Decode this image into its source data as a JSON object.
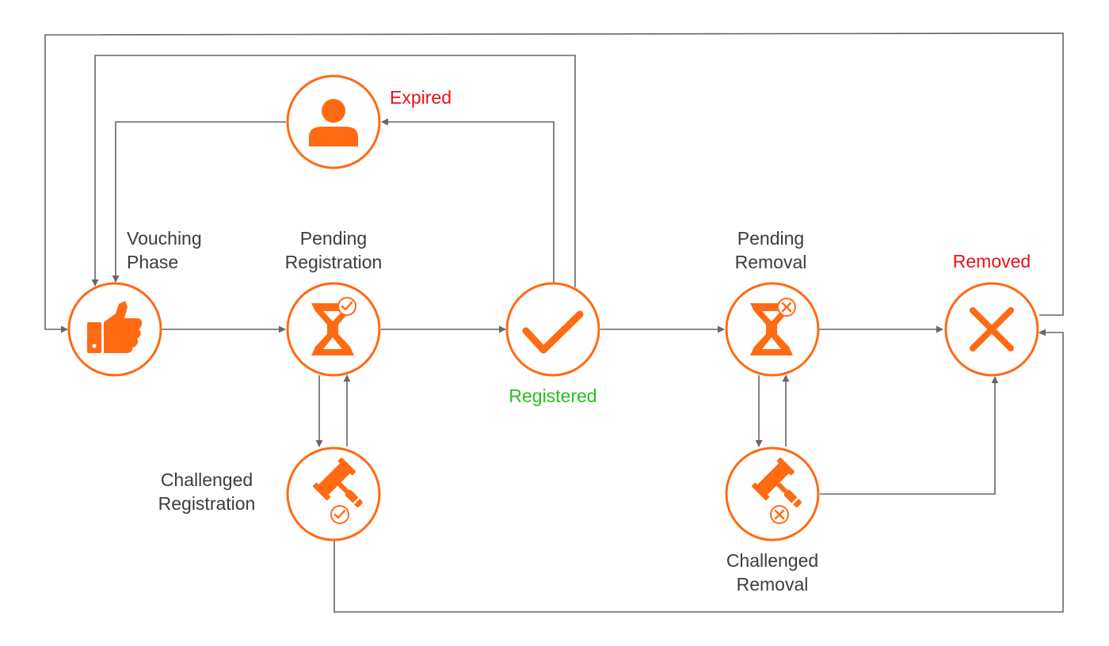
{
  "colors": {
    "accent": "#ff6a13",
    "connector": "#666666",
    "label_text": "#3d3d3d",
    "expired": "#e8101a",
    "removed": "#e8101a",
    "registered": "#22c21a"
  },
  "nodes": {
    "vouching": {
      "line1": "Vouching",
      "line2": "Phase",
      "icon": "thumbs-up-icon"
    },
    "pending_registration": {
      "line1": "Pending",
      "line2": "Registration",
      "icon": "hourglass-check-icon"
    },
    "registered": {
      "label": "Registered",
      "icon": "checkmark-icon"
    },
    "pending_removal": {
      "line1": "Pending",
      "line2": "Removal",
      "icon": "hourglass-x-icon"
    },
    "removed": {
      "label": "Removed",
      "icon": "x-icon"
    },
    "expired": {
      "label": "Expired",
      "icon": "person-icon"
    },
    "challenged_registration": {
      "line1": "Challenged",
      "line2": "Registration",
      "icon": "gavel-check-icon"
    },
    "challenged_removal": {
      "line1": "Challenged",
      "line2": "Removal",
      "icon": "gavel-x-icon"
    }
  }
}
